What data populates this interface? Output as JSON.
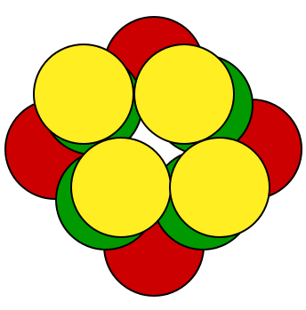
{
  "figure": {
    "colors": {
      "background": "#ffffff",
      "outline": "#000000",
      "red": "#cc0000",
      "green": "#009900",
      "yellow": "#ffee22"
    },
    "layers": [
      "red",
      "green",
      "yellow"
    ],
    "counts": {
      "red": 4,
      "green": 4,
      "yellow": 4
    }
  }
}
